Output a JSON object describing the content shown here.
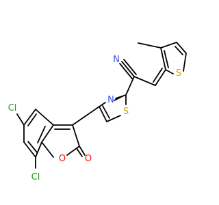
{
  "molecule": {
    "atoms": {
      "nitrile_N": {
        "text": "N",
        "color": "#3050F8"
      },
      "thiophene_S": {
        "text": "S",
        "color": "#C8A800"
      },
      "thiazole_N": {
        "text": "N",
        "color": "#3050F8"
      },
      "thiazole_S": {
        "text": "S",
        "color": "#C8A800"
      },
      "chloro_6": {
        "text": "Cl",
        "color": "#1FA01F"
      },
      "chloro_8": {
        "text": "Cl",
        "color": "#1FA01F"
      },
      "ring_O": {
        "text": "O",
        "color": "#FF0D0D"
      },
      "carbonyl_O": {
        "text": "O",
        "color": "#FF0D0D"
      }
    }
  }
}
